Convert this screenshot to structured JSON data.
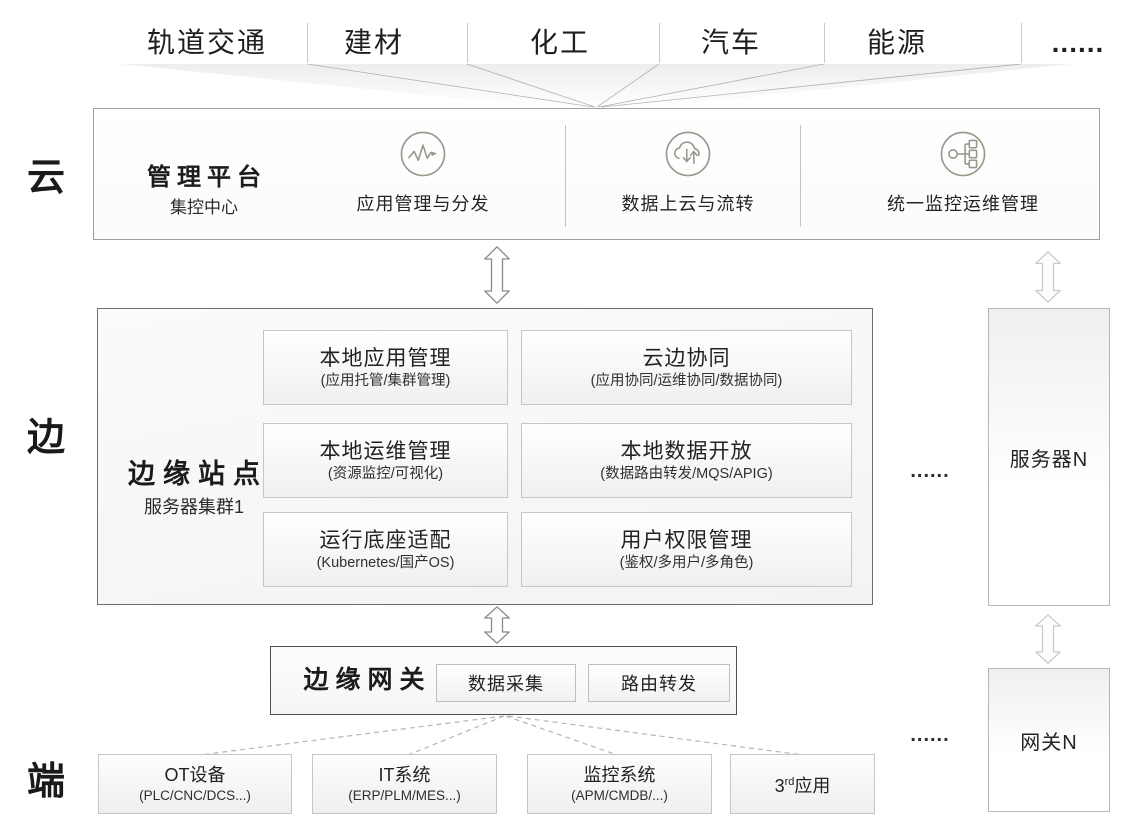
{
  "industries": {
    "items": [
      "轨道交通",
      "建材",
      "化工",
      "汽车",
      "能源",
      "......"
    ]
  },
  "layer_labels": {
    "cloud": "云",
    "edge": "边",
    "device": "端"
  },
  "cloud_platform": {
    "title": "管理平台",
    "subtitle": "集控中心",
    "capabilities": [
      {
        "icon": "pulse-monitor-icon",
        "label": "应用管理与分发"
      },
      {
        "icon": "cloud-sync-icon",
        "label": "数据上云与流转"
      },
      {
        "icon": "topology-icon",
        "label": "统一监控运维管理"
      }
    ]
  },
  "edge_site": {
    "title": "边缘站点",
    "subtitle": "服务器集群1",
    "modules_left": [
      {
        "title": "本地应用管理",
        "subtitle": "(应用托管/集群管理)"
      },
      {
        "title": "本地运维管理",
        "subtitle": "(资源监控/可视化)"
      },
      {
        "title": "运行底座适配",
        "subtitle": "(Kubernetes/国产OS)"
      }
    ],
    "modules_right": [
      {
        "title": "云边协同",
        "subtitle": "(应用协同/运维协同/数据协同)"
      },
      {
        "title": "本地数据开放",
        "subtitle": "(数据路由转发/MQS/APIG)"
      },
      {
        "title": "用户权限管理",
        "subtitle": "(鉴权/多用户/多角色)"
      }
    ]
  },
  "right_column": {
    "server_n": "服务器N",
    "gateway_n": "网关N"
  },
  "gateway": {
    "title": "边缘网关",
    "functions": [
      "数据采集",
      "路由转发"
    ]
  },
  "devices": [
    {
      "title": "OT设备",
      "subtitle": "(PLC/CNC/DCS...)"
    },
    {
      "title": "IT系统",
      "subtitle": "(ERP/PLM/MES...)"
    },
    {
      "title": "监控系统",
      "subtitle": "(APM/CMDB/...)"
    },
    {
      "pre": "3",
      "sup": "rd",
      "post": "应用"
    }
  ],
  "ellipses": {
    "industries": "......",
    "servers": "......",
    "gateways": "......"
  },
  "colors": {
    "icon_stroke": "#97978a",
    "arrow_dark": "#8a8a8a",
    "arrow_light": "#cacaca",
    "dashed_line": "#b5b5b5",
    "text": "#262626"
  }
}
